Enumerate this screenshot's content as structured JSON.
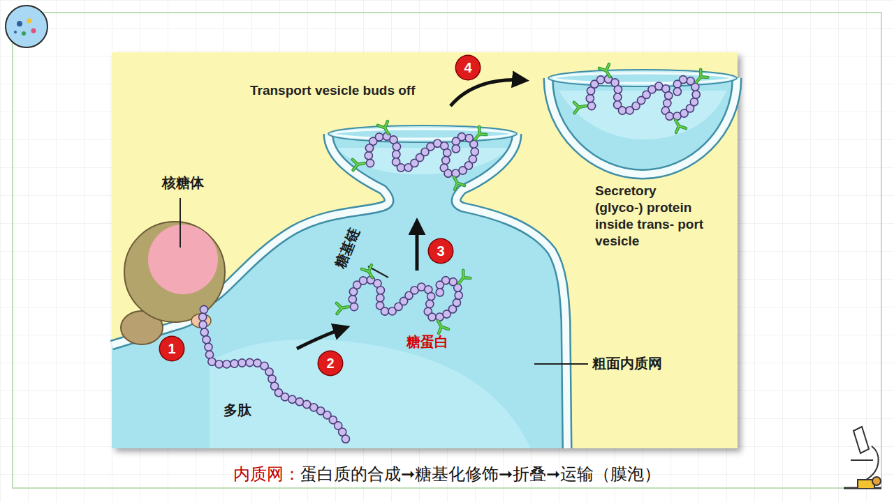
{
  "diagram": {
    "caption": "蛋白质的合成➞糖基化修饰➞折叠➞运输（膜泡）",
    "labels": [
      "Transport vesicle buds off",
      "4",
      "核糖体",
      "Secretory (glyco-) protein inside trans- port vesicle",
      "糖基链",
      "3",
      "糖蛋白",
      "1",
      "2",
      "粗面内质网",
      "多肽",
      "内质网："
    ]
  }
}
